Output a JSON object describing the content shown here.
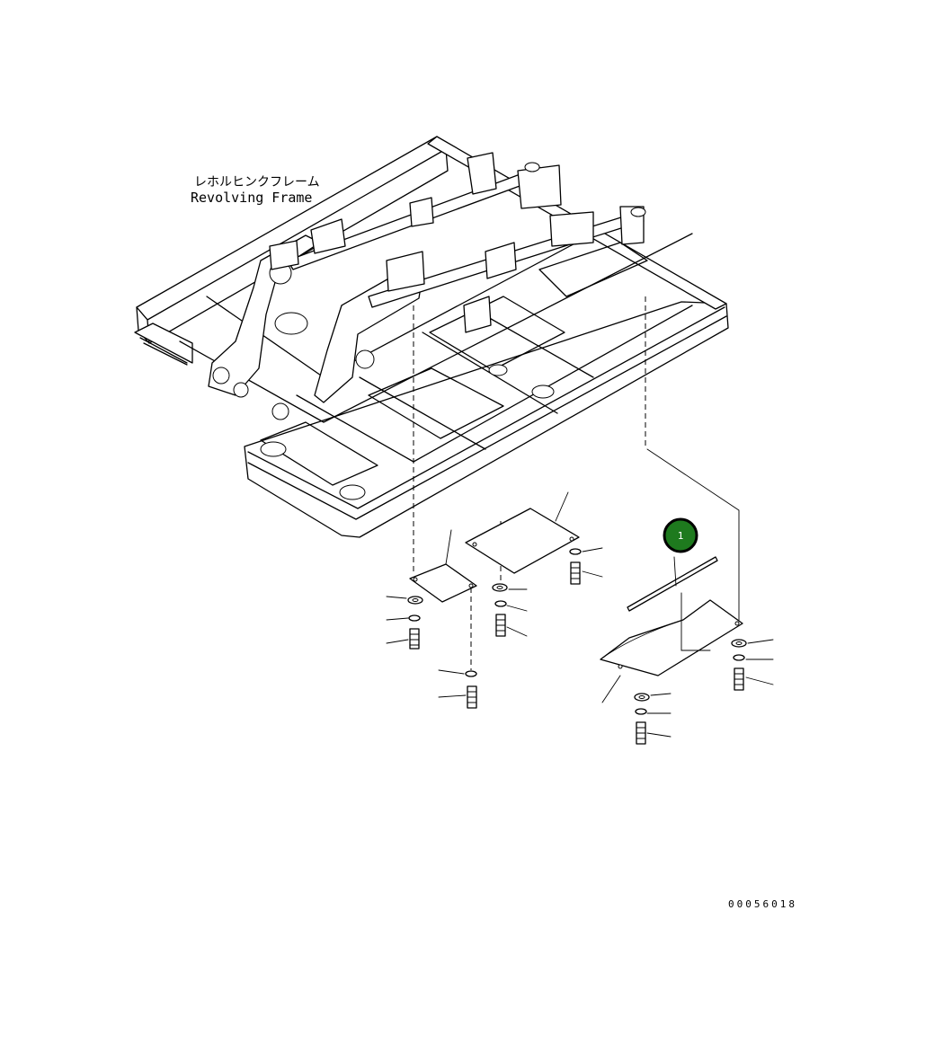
{
  "frame_label": {
    "japanese": "レホルヒンクフレーム",
    "english": "Revolving Frame"
  },
  "callout": {
    "number": "1",
    "color": "#1e7a1e",
    "ring_color": "#000000"
  },
  "drawing_id": "00056018"
}
